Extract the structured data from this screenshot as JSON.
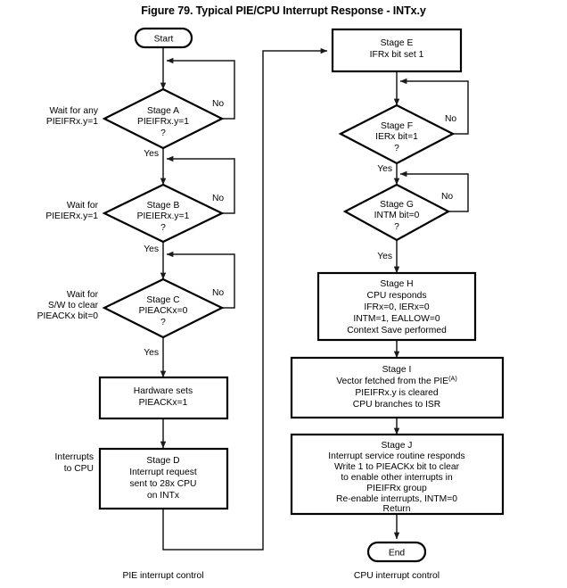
{
  "figure": {
    "title": "Figure 79. Typical PIE/CPU Interrupt Response - INTx.y",
    "footer_left": "PIE interrupt control",
    "footer_right": "CPU interrupt control"
  },
  "terminators": {
    "start": "Start",
    "end": "End"
  },
  "left_column": {
    "stage_a": {
      "line1": "Stage A",
      "line2": "PIEIFRx.y=1",
      "line3": "?",
      "side_label_1": "Wait for any",
      "side_label_2": "PIEIFRx.y=1",
      "yes": "Yes",
      "no": "No"
    },
    "stage_b": {
      "line1": "Stage B",
      "line2": "PIEIERx.y=1",
      "line3": "?",
      "side_label_1": "Wait for",
      "side_label_2": "PIEIERx.y=1",
      "yes": "Yes",
      "no": "No"
    },
    "stage_c": {
      "line1": "Stage C",
      "line2": "PIEACKx=0",
      "line3": "?",
      "side_label_1": "Wait for",
      "side_label_2": "S/W to clear",
      "side_label_3": "PIEACKx bit=0",
      "yes": "Yes",
      "no": "No"
    },
    "hardware_sets": {
      "line1": "Hardware sets",
      "line2": "PIEACKx=1"
    },
    "stage_d": {
      "line1": "Stage D",
      "line2": "Interrupt request",
      "line3": "sent to 28x CPU",
      "line4": "on INTx",
      "side_label_1": "Interrupts",
      "side_label_2": "to CPU"
    }
  },
  "right_column": {
    "stage_e": {
      "line1": "Stage E",
      "line2": "IFRx bit set 1"
    },
    "stage_f": {
      "line1": "Stage F",
      "line2": "IERx bit=1",
      "line3": "?",
      "yes": "Yes",
      "no": "No"
    },
    "stage_g": {
      "line1": "Stage G",
      "line2": "INTM bit=0",
      "line3": "?",
      "yes": "Yes",
      "no": "No"
    },
    "stage_h": {
      "line1": "Stage H",
      "line2": "CPU responds",
      "line3": "IFRx=0, IERx=0",
      "line4": "INTM=1, EALLOW=0",
      "line5": "Context Save performed"
    },
    "stage_i": {
      "line1": "Stage I",
      "line2a": "Vector fetched from the PIE",
      "line2b": "(A)",
      "line3": "PIEIFRx.y is cleared",
      "line4": "CPU branches to ISR"
    },
    "stage_j": {
      "line1": "Stage J",
      "line2": "Interrupt service routine responds",
      "line3": "Write 1 to PIEACKx bit to clear",
      "line4": "to enable other interrupts in",
      "line5": "PIEIFRx group",
      "line6": "Re-enable interrupts, INTM=0",
      "line7": "Return"
    }
  },
  "colors": {
    "background": "#ffffff",
    "stroke": "#000000",
    "connector": "#1a1a1a"
  }
}
